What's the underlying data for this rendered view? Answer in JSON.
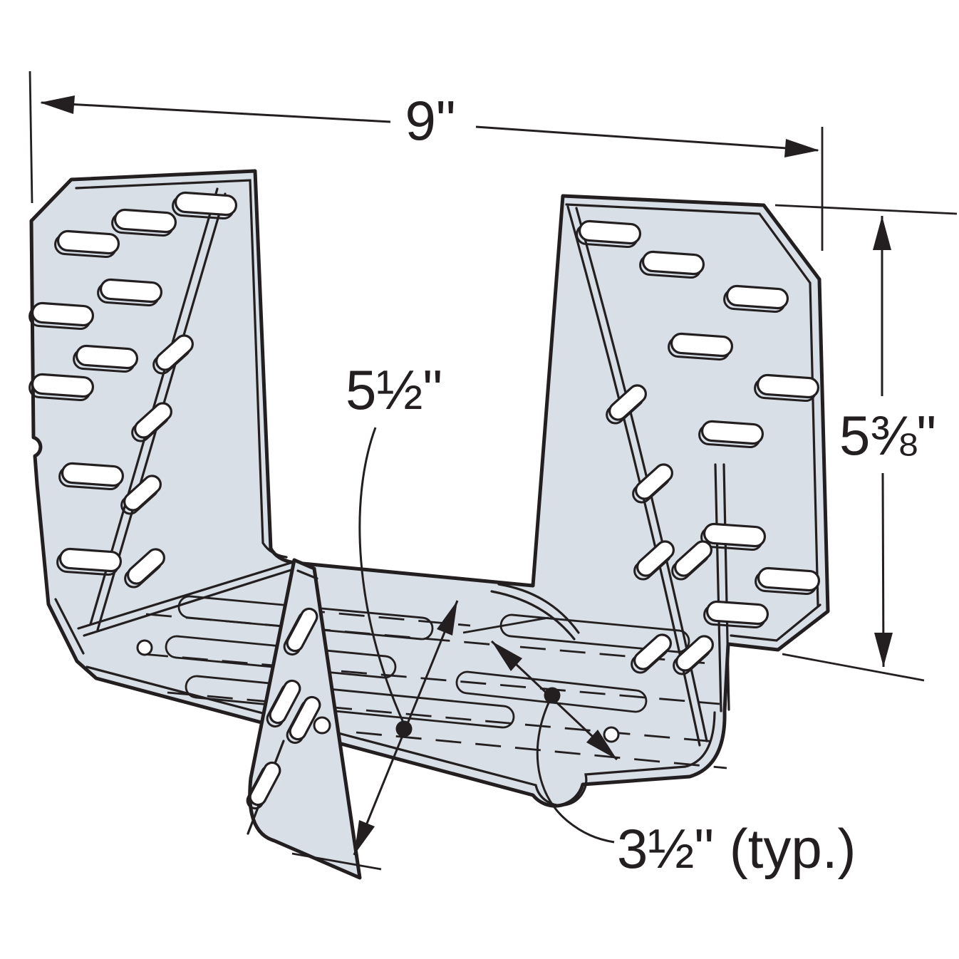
{
  "figure": {
    "type": "technical-illustration",
    "subject": "Isometric line drawing of a sheet-metal double-flange truss/joist hanger connector with perforated nail plates, seat with embossed ribs, and center fin"
  },
  "dimensions": {
    "width": {
      "label": "9\""
    },
    "height": {
      "label": "5⅜\""
    },
    "seat_depth": {
      "label": "5½\""
    },
    "seat_width": {
      "label": "3½\" (typ.)"
    }
  },
  "colors": {
    "metal_fill": "#d8dfe6",
    "line": "#231f20",
    "background": "#ffffff"
  }
}
